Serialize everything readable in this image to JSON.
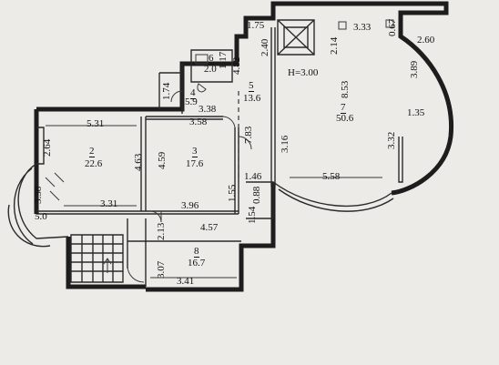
{
  "rooms": [
    {
      "number": "2",
      "area": "22.6"
    },
    {
      "number": "3",
      "area": "17.6"
    },
    {
      "number": "4",
      "area": "5.9"
    },
    {
      "number": "5",
      "area": "13.6"
    },
    {
      "number": "6",
      "area": "2.0"
    },
    {
      "number": "7",
      "area": "50.6"
    },
    {
      "number": "8",
      "area": "16.7"
    },
    {
      "area": "5.0"
    }
  ],
  "ceiling_height": "H=3.00",
  "dimensions": {
    "d_1_75": "1.75",
    "d_2_40": "2.40",
    "d_2_14": "2.14",
    "d_3_33": "3.33",
    "d_0_67": "0.67",
    "d_2_60": "2.60",
    "d_3_89": "3.89",
    "d_8_53": "8.53",
    "d_1_35": "1.35",
    "d_3_32": "3.32",
    "d_3_16": "3.16",
    "d_5_58": "5.58",
    "d_4_82": "4.82",
    "d_1_17": "1.17",
    "d_1_74": "1.74",
    "d_3_38": "3.38",
    "d_3_58": "3.58",
    "d_5_31": "5.31",
    "d_2_64": "2.64",
    "d_4_63": "4.63",
    "d_4_59": "4.59",
    "d_7_83": "7.83",
    "d_1_46": "1.46",
    "d_0_88": "0.88",
    "d_1_55": "1.55",
    "d_3_96": "3.96",
    "d_4_57": "4.57",
    "d_1_54": "1.54",
    "d_3_31": "3.31",
    "d_3_38b": "3.38",
    "d_2_13": "2.13",
    "d_3_07": "3.07",
    "d_3_41": "3.41"
  }
}
